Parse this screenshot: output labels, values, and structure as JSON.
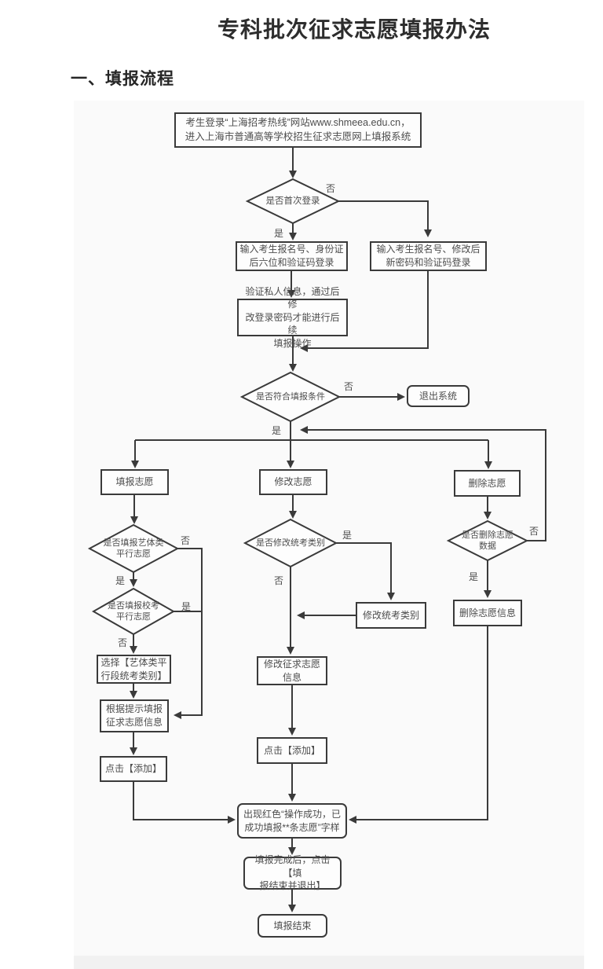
{
  "page": {
    "title": "专科批次征求志愿填报办法",
    "section_heading": "一、填报流程"
  },
  "flow": {
    "labels": {
      "yes": "是",
      "no": "否"
    },
    "nodes": {
      "start": "考生登录“上海招考热线”网站www.shmeea.edu.cn，\n进入上海市普通高等学校招生征求志愿网上填报系统",
      "q_first_login": "是否首次登录",
      "login_first": "输入考生报名号、身份证\n后六位和验证码登录",
      "login_return": "输入考生报名号、修改后\n新密码和验证码登录",
      "verify_info": "验证私人信息，通过后修\n改登录密码才能进行后续\n填报操作",
      "q_eligible": "是否符合填报条件",
      "exit_system": "退出系统",
      "fill_vol": "填报志愿",
      "modify_vol": "修改志愿",
      "delete_vol": "删除志愿",
      "q_art_parallel": "是否填报艺体类\n平行志愿",
      "q_school_exam": "是否填报校考\n平行志愿",
      "choose_art_cat": "选择【艺体类平\n行段统考类别】",
      "fill_by_prompt": "根据提示填报\n征求志愿信息",
      "click_add_left": "点击【添加】",
      "q_modify_exam": "是否修改统考类别",
      "modify_exam_cat": "修改统考类别",
      "modify_vol_info": "修改征求志愿\n信息",
      "click_add_center": "点击【添加】",
      "q_delete_data": "是否删除志愿\n数据",
      "delete_vol_info": "删除志愿信息",
      "success_msg": "出现红色“操作成功，已\n成功填报**条志愿”字样",
      "finish_click": "填报完成后，点击【填\n报结束并退出】",
      "end": "填报结束"
    }
  }
}
